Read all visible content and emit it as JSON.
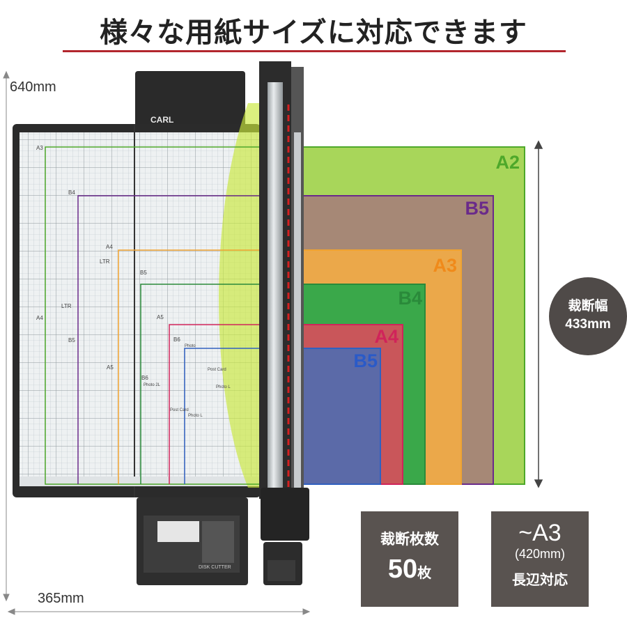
{
  "title": "様々な用紙サイズに対応できます",
  "dimensions": {
    "height": "640mm",
    "width": "365mm"
  },
  "brand": "CARL",
  "product_label": "DISK CUTTER",
  "colors": {
    "accent_rule": "#b3262d",
    "badge_bg": "#595350",
    "A2": "#a8d65a",
    "B5_purple": "#a68876",
    "A3": "#eba84a",
    "B4": "#3aa84a",
    "A4": "#c9565a",
    "B5_blue": "#5b6aa8"
  },
  "paper_sizes": [
    {
      "label": "A2",
      "fill": "#a8d65a",
      "stroke": "#4ea82a",
      "text_color": "#4ea82a"
    },
    {
      "label": "B5",
      "fill": "#a68876",
      "stroke": "#6a2a8a",
      "text_color": "#6a2a8a"
    },
    {
      "label": "A3",
      "fill": "#eba84a",
      "stroke": "#f0a330",
      "text_color": "#f08a1a"
    },
    {
      "label": "B4",
      "fill": "#3aa84a",
      "stroke": "#2a8a3a",
      "text_color": "#2a8a3a"
    },
    {
      "label": "A4",
      "fill": "#c9565a",
      "stroke": "#d0245a",
      "text_color": "#d0245a"
    },
    {
      "label": "B5",
      "fill": "#5b6aa8",
      "stroke": "#3060c0",
      "text_color": "#2a5ac8"
    }
  ],
  "grid_marks": [
    "A3",
    "B4",
    "A4",
    "LTR",
    "B5",
    "A4",
    "LTR",
    "B5",
    "A5",
    "B6",
    "Photo",
    "A5",
    "B6",
    "Post Card",
    "Photo L",
    "Photo 2L",
    "Post Card",
    "Photo L"
  ],
  "cutting_width": {
    "line1": "裁断幅",
    "line2": "433mm"
  },
  "sheet_capacity": {
    "line1": "裁断枚数",
    "number": "50",
    "unit": "枚"
  },
  "max_size": {
    "line1": "~A3",
    "line2": "(420mm)",
    "line3": "長辺対応"
  }
}
